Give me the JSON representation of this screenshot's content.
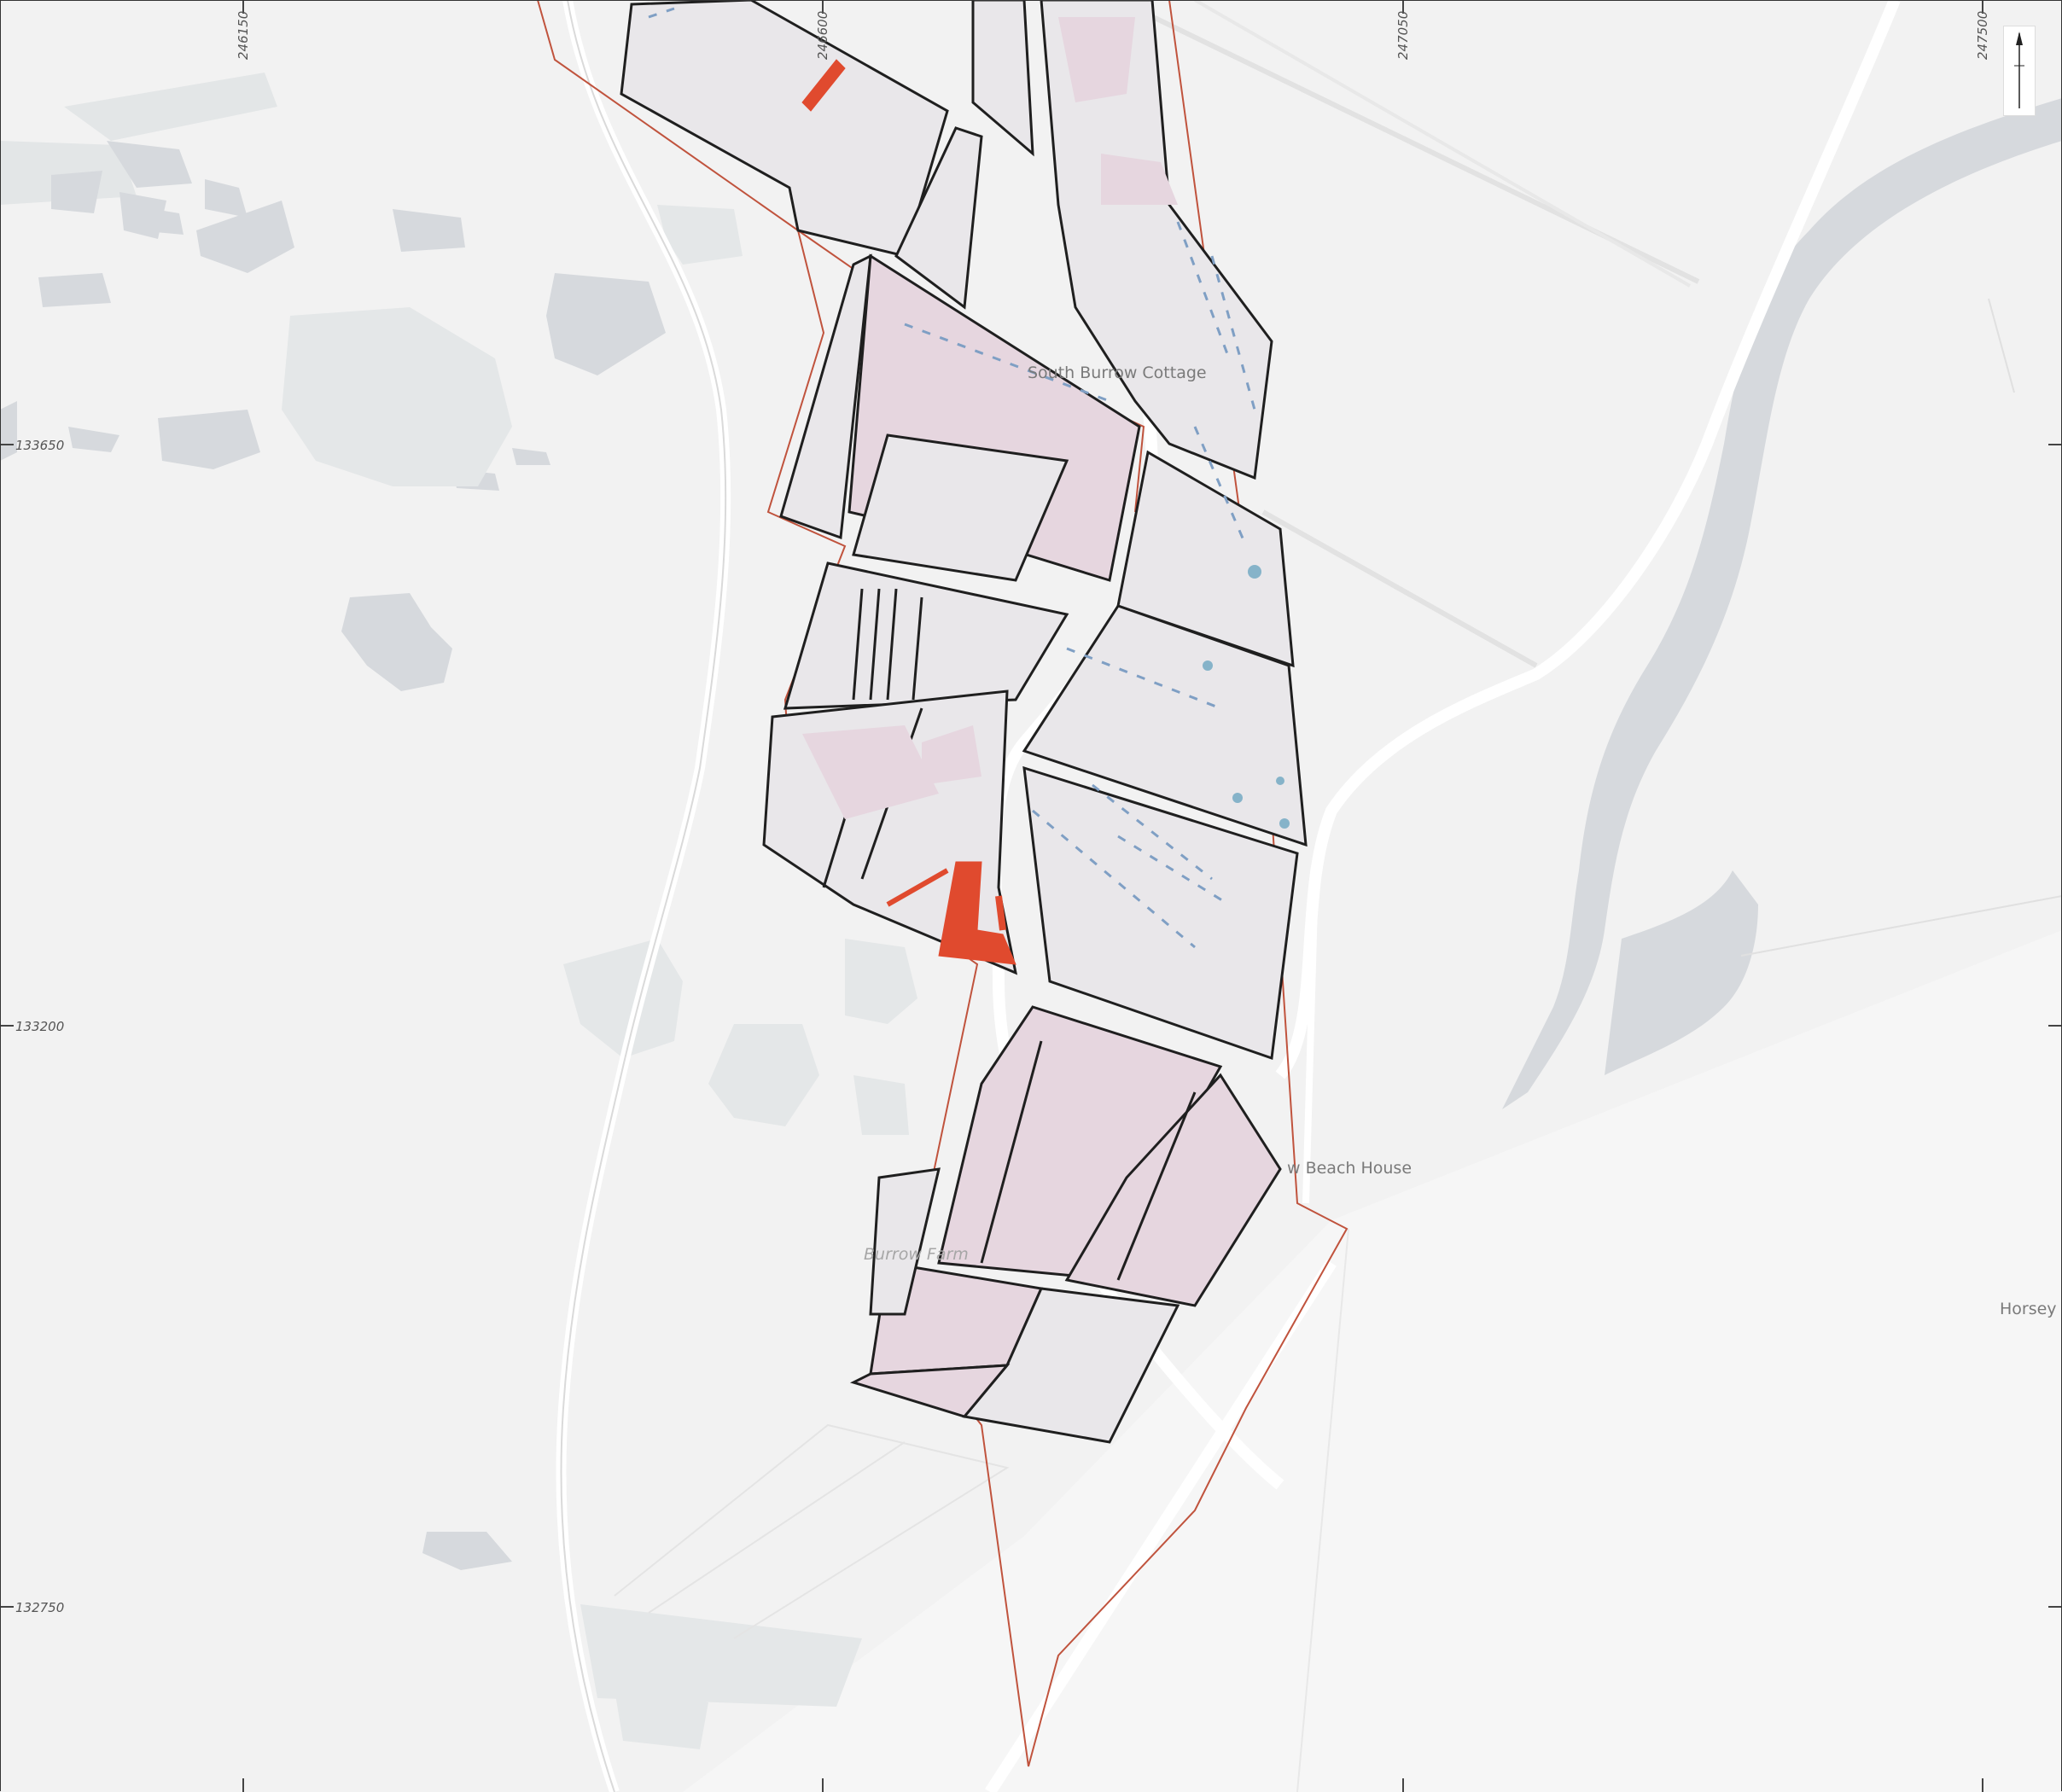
{
  "map": {
    "colors": {
      "background": "#f3f3f3",
      "sea": "#f5f5f5",
      "water_bodies": "#d5d8dc",
      "water_light": "#e6e9ea",
      "roads": "#ffffff",
      "site_boundary": "#c0533d",
      "field_outline": "#1f1f1f",
      "field_fill": "#e9e7ea",
      "pink_habitat": "#e6d6df",
      "highlight_feature": "#e04a2e",
      "ditch_lines": "#7f9fc4",
      "ponds": "#86b3c9"
    },
    "grid": {
      "eastings": [
        "246150",
        "246600",
        "247050",
        "247500"
      ],
      "northings": [
        "133650",
        "133200",
        "132750"
      ]
    },
    "place_labels": {
      "south_burrow": "South Burrow Cottage",
      "beach_house": "w Beach House",
      "horsey": "Horsey I",
      "burrow_farm": "Burrow Farm"
    },
    "north_arrow_icon": "north-arrow-icon"
  }
}
